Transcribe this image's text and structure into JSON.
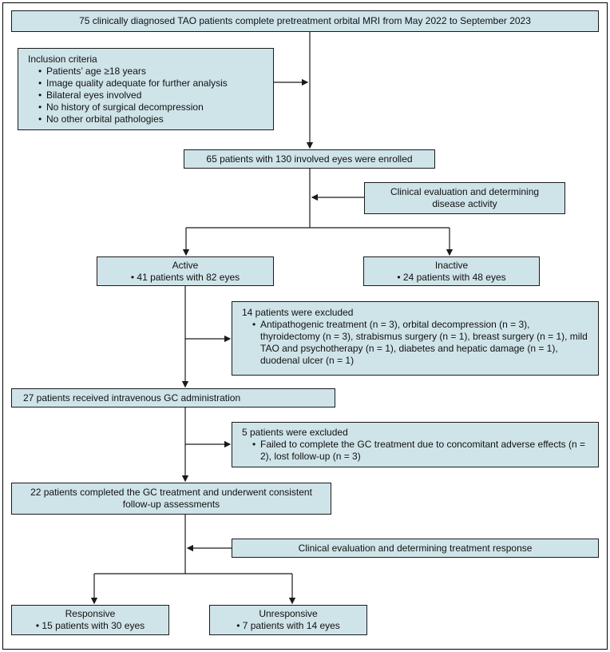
{
  "figure": {
    "colors": {
      "box_fill": "#cfe4e9",
      "box_border": "#1a1a1a",
      "line": "#1a1a1a"
    },
    "boxes": {
      "top": {
        "text": "75 clinically diagnosed TAO patients complete pretreatment orbital MRI from May 2022 to September 2023"
      },
      "inclusion": {
        "title": "Inclusion criteria",
        "items": [
          "Patients’ age ≥18 years",
          "Image quality adequate for further analysis",
          "Bilateral eyes involved",
          "No history of surgical decompression",
          "No other orbital pathologies"
        ]
      },
      "enrolled": {
        "text": "65 patients with 130 involved eyes were enrolled"
      },
      "activity_eval": {
        "text": "Clinical evaluation and determining disease activity"
      },
      "active": {
        "title": "Active",
        "item": "41 patients with 82 eyes"
      },
      "inactive": {
        "title": "Inactive",
        "item": "24 patients with 48 eyes"
      },
      "excluded_14": {
        "title": "14 patients were excluded",
        "item": "Antipathogenic treatment (n = 3), orbital decompression (n = 3), thyroidectomy (n = 3), strabismus surgery (n = 1), breast surgery (n = 1), mild TAO and psychotherapy (n = 1), diabetes and hepatic damage (n = 1), duodenal ulcer (n = 1)"
      },
      "gc_27": {
        "text": "27 patients received intravenous GC administration"
      },
      "excluded_5": {
        "title": "5 patients were excluded",
        "item": "Failed to complete the GC treatment due to concomitant adverse effects (n = 2), lost follow-up (n = 3)"
      },
      "gc_22": {
        "text": "22 patients completed the GC treatment and underwent consistent follow-up assessments"
      },
      "response_eval": {
        "text": "Clinical evaluation and determining treatment response"
      },
      "responsive": {
        "title": "Responsive",
        "item": "15 patients with 30 eyes"
      },
      "unresponsive": {
        "title": "Unresponsive",
        "item": "7 patients with 14 eyes"
      }
    }
  }
}
